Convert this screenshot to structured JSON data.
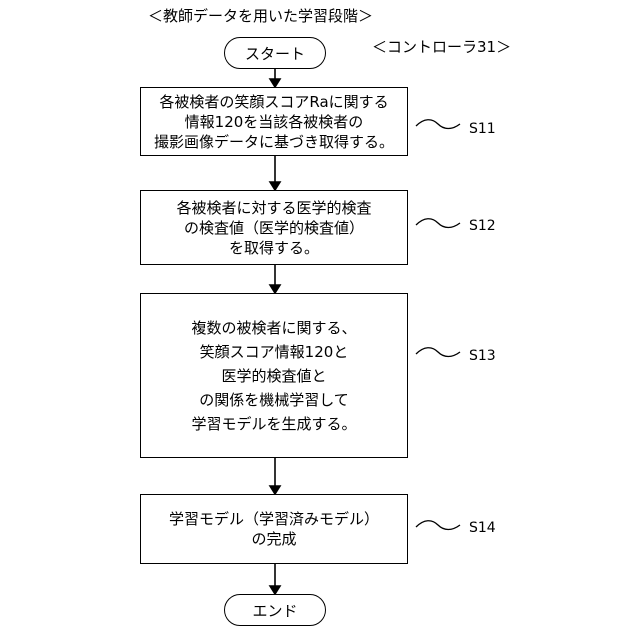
{
  "title": "＜教師データを用いた学習段階＞",
  "controller_label": "＜コントローラ31＞",
  "start_label": "スタート",
  "end_label": "エンド",
  "steps": [
    {
      "id": "S11",
      "lines": [
        "各被検者の笑顔スコアRaに関する",
        "情報120を当該各被検者の",
        "撮影画像データに基づき取得する。"
      ]
    },
    {
      "id": "S12",
      "lines": [
        "各被検者に対する医学的検査",
        "の検査値（医学的検査値）",
        "を取得する。"
      ]
    },
    {
      "id": "S13",
      "lines": [
        "複数の被検者に関する、",
        "笑顔スコア情報120と",
        "医学的検査値と",
        "の関係を機械学習して",
        "学習モデルを生成する。"
      ]
    },
    {
      "id": "S14",
      "lines": [
        "学習モデル（学習済みモデル）",
        "の完成"
      ]
    }
  ]
}
